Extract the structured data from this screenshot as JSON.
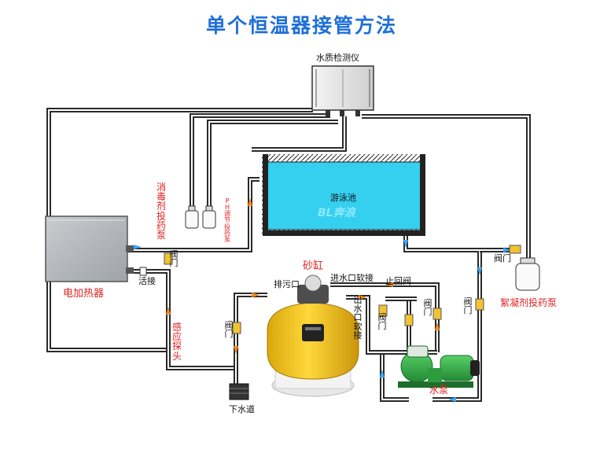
{
  "title": "单个恒温器接管方法",
  "labels": {
    "water_quality_monitor": "水质检测仪",
    "pool": "游泳池",
    "watermark": "BL奔浪",
    "disinfectant_pump": "消毒剂投药泵",
    "ph_pump": "PH调节投药泵",
    "electric_heater": "电加热器",
    "union": "活接",
    "valve_heater": "阀门",
    "sensor_probe": "感应探头",
    "sand_filter": "砂缸",
    "drain_outlet": "排污口",
    "inlet_hose": "进水口软接",
    "check_valve": "止回阀",
    "outlet_hose": "出水口软接",
    "valve_outlet": "阀门",
    "valve_left": "阀门",
    "valve_mid": "阀门",
    "valve_right": "阀门",
    "valve_coag": "阀门",
    "coagulant_pump": "絮凝剂投药泵",
    "water_pump": "水泵",
    "sewer": "下水道"
  },
  "colors": {
    "title": "#1e6fd9",
    "red_label": "#e32020",
    "pool_water": "#35cff0",
    "pipe": "#2a2a2a",
    "flow_arrow_in": "#3aa8ff",
    "flow_arrow_out": "#ff8a1e",
    "filter_tank": "#f2c21a",
    "pump_body": "#34b34a"
  },
  "icons": [
    "arrow-right-icon",
    "arrow-left-icon",
    "arrow-up-icon",
    "arrow-down-icon"
  ]
}
